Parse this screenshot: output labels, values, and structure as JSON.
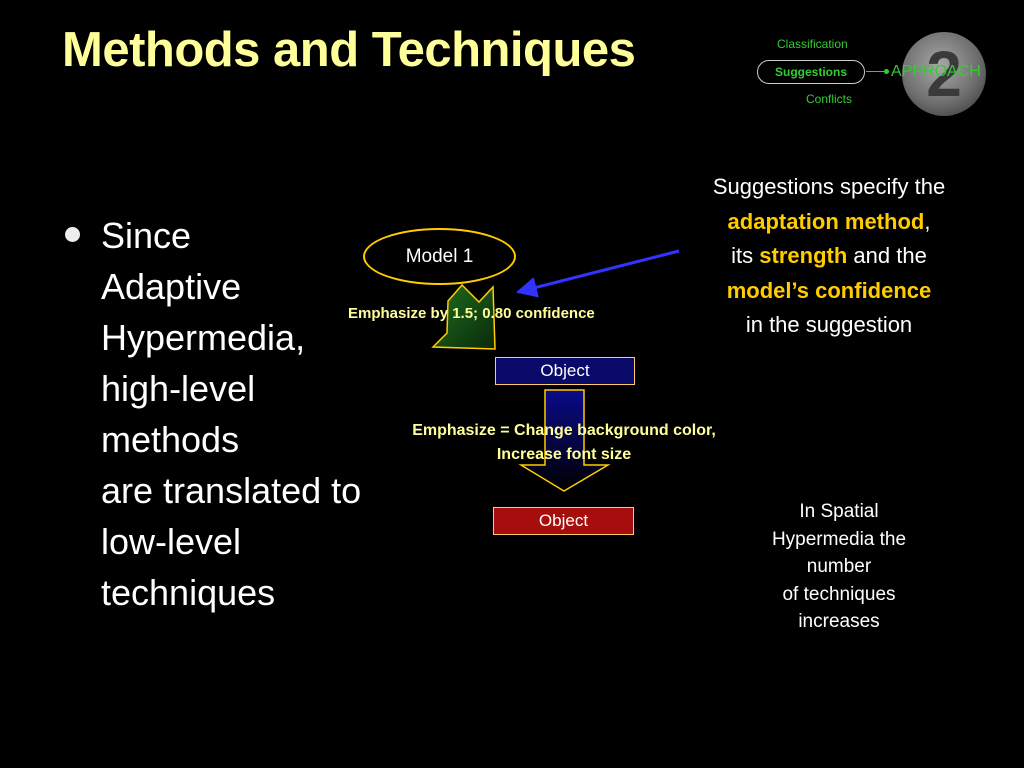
{
  "slide": {
    "title": "Methods and Techniques"
  },
  "nav": {
    "classification": "Classification",
    "suggestions": "Suggestions",
    "conflicts": "Conflicts",
    "section_number": "2",
    "section_name": "APPROACH"
  },
  "bullet": {
    "lines": [
      "Since",
      "Adaptive",
      "Hypermedia,",
      "high-level",
      "methods",
      "are translated to",
      "low-level",
      "techniques"
    ]
  },
  "diagram": {
    "model_label": "Model 1",
    "suggestion_caption": "Emphasize by 1.5; 0.80 confidence",
    "object_upper": "Object",
    "translation_caption_line1": "Emphasize = Change background color,",
    "translation_caption_line2": "Increase font size",
    "object_lower": "Object"
  },
  "callout": {
    "p1": "Suggestions specify the",
    "p2": "adaptation method",
    "p3": ",",
    "p4": "its",
    "p5": "strength",
    "p6": "and the",
    "p7": "model’s confidence",
    "p8": "in the suggestion"
  },
  "side_note": {
    "lines": [
      "In Spatial",
      "Hypermedia the",
      "number",
      "of techniques",
      "increases"
    ]
  },
  "colors": {
    "title": "#ffff99",
    "nav_green": "#33cc33",
    "highlight": "#ffcc00",
    "pointer_arrow": "#3333ff",
    "arrow_fill_green": "#1a5c1a",
    "arrow_fill_blue": "#0a0a8a",
    "object_upper_bg": "#0a0a6a",
    "object_lower_bg": "#a60d0d"
  }
}
